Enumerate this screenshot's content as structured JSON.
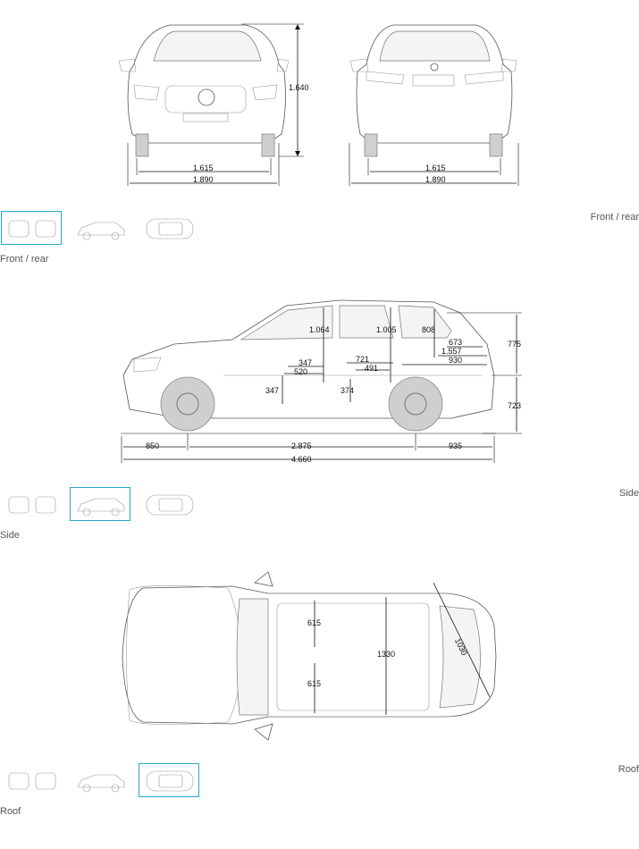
{
  "views": [
    {
      "key": "front_rear",
      "title": "Front / rear",
      "caption": "Front / rear",
      "dims": {
        "height": "1.640",
        "track_front": "1.615",
        "width_front": "1.890",
        "track_rear": "1.615",
        "width_rear": "1.890"
      }
    },
    {
      "key": "side",
      "title": "Side",
      "caption": "Side",
      "dims": {
        "front_overhang": "850",
        "wheelbase": "2.875",
        "rear_overhang": "935",
        "length": "4.660",
        "front_headroom": "1.064",
        "rear_headroom": "1.005",
        "cargo_height": "808",
        "cargo_673": "673",
        "cargo_1557": "1.557",
        "cargo_930": "930",
        "rear_upper": "775",
        "rear_lower": "723",
        "seat_347a": "347",
        "seat_520": "520",
        "rear_721": "721",
        "rear_491": "491",
        "seat_347b": "347",
        "seat_374": "374"
      }
    },
    {
      "key": "roof",
      "title": "Roof",
      "caption": "Roof",
      "dims": {
        "front_615": "615",
        "rear_615": "615",
        "interior_1330": "1330",
        "tailgate_1030": "1030"
      }
    }
  ],
  "thumbnails": [
    {
      "name": "front-rear"
    },
    {
      "name": "side"
    },
    {
      "name": "roof"
    }
  ],
  "colors": {
    "active_border": "#2aa6c9"
  }
}
